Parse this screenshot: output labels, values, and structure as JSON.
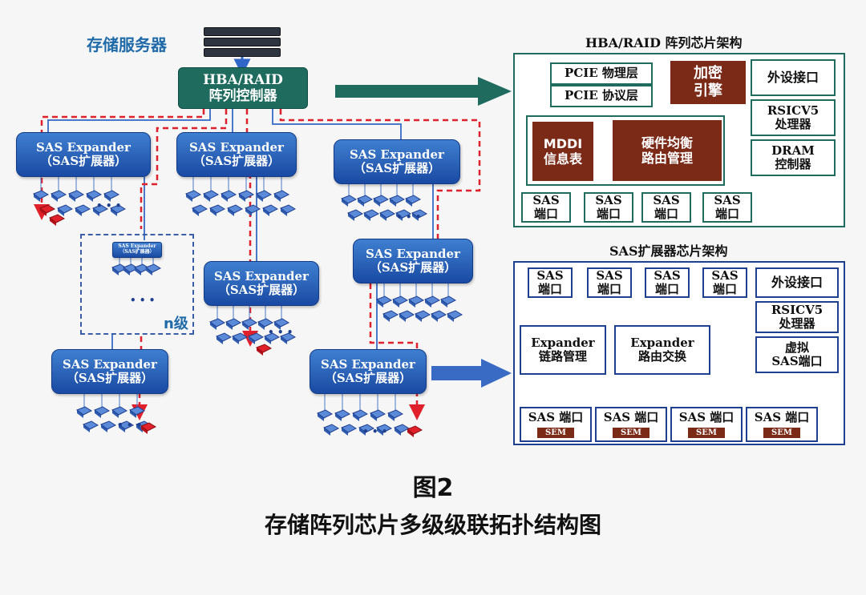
{
  "server_label": "存储服务器",
  "hba_controller": {
    "line1": "HBA/RAID",
    "line2": "阵列控制器"
  },
  "expander_label": {
    "line1": "SAS Expander",
    "line2": "（SAS扩展器）"
  },
  "n_level_label": "n级",
  "ellipsis": "• • •",
  "hba_panel": {
    "title": "HBA/RAID 阵列芯片架构",
    "pcie_phy": "PCIE 物理层",
    "pcie_protocol": "PCIE 协议层",
    "encryption": {
      "line1": "加密",
      "line2": "引擎"
    },
    "peripheral": "外设接口",
    "riscv": {
      "line1": "RSICV5",
      "line2": "处理器"
    },
    "dram": {
      "line1": "DRAM",
      "line2": "控制器"
    },
    "mddi": {
      "line1": "MDDI",
      "line2": "信息表"
    },
    "routing": {
      "line1": "硬件均衡",
      "line2": "路由管理"
    },
    "sas_port": {
      "line1": "SAS",
      "line2": "端口"
    }
  },
  "expander_panel": {
    "title": "SAS扩展器芯片架构",
    "sas_port": {
      "line1": "SAS",
      "line2": "端口"
    },
    "peripheral": "外设接口",
    "riscv": {
      "line1": "RSICV5",
      "line2": "处理器"
    },
    "link_mgmt": {
      "line1": "Expander",
      "line2": "链路管理"
    },
    "route_switch": {
      "line1": "Expander",
      "line2": "路由交换"
    },
    "virtual_port": {
      "line1": "虚拟",
      "line2": "SAS端口"
    },
    "bottom_port": "SAS 端口",
    "sem": "SEM"
  },
  "figure_number": "图2",
  "caption": "存储阵列芯片多级级联拓扑结构图",
  "colors": {
    "accent_green": "#1f6c5f",
    "expander_blue": "#2a5fba",
    "path_red": "#e0202a",
    "brown": "#7b2a18"
  }
}
